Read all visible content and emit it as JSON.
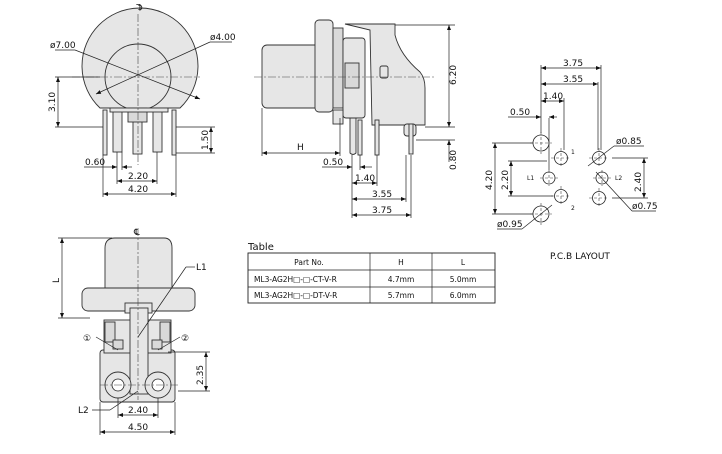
{
  "front_view": {
    "centerline_symbol": "℄",
    "dims": {
      "outer_dia": "ø7.00",
      "inner_dia": "ø4.00",
      "height": "3.10",
      "pin_len": "1.50",
      "pin_w": "0.60",
      "pitch": "2.20",
      "span": "4.20"
    }
  },
  "side_view": {
    "dims": {
      "h": "H",
      "height": "6.20",
      "offset": "0.80",
      "d050": "0.50",
      "d140": "1.40",
      "d355": "3.55",
      "d375": "3.75"
    }
  },
  "pcb_layout": {
    "title": "P.C.B  LAYOUT",
    "dims": {
      "d375": "3.75",
      "d355": "3.55",
      "d140": "1.40",
      "d050": "0.50",
      "hole085": "ø0.85",
      "d240": "2.40",
      "hole075": "ø0.75",
      "d420": "4.20",
      "d220": "2.20",
      "hole095": "ø0.95"
    },
    "labels": {
      "l1": "L1",
      "l2": "L2",
      "p1": "1",
      "p2": "2"
    }
  },
  "bottom_view": {
    "centerline_symbol": "℄",
    "labels": {
      "l": "L",
      "l1": "L1",
      "l2": "L2",
      "c1": "①",
      "c2": "②"
    },
    "dims": {
      "d235": "2.35",
      "d240": "2.40",
      "d450": "4.50"
    }
  },
  "table": {
    "title": "Table",
    "headers": [
      "Part No.",
      "H",
      "L"
    ],
    "rows": [
      [
        "ML3-AG2H□-□-CT-V-R",
        "4.7mm",
        "5.0mm"
      ],
      [
        "ML3-AG2H□-□-DT-V-R",
        "5.7mm",
        "6.0mm"
      ]
    ]
  }
}
